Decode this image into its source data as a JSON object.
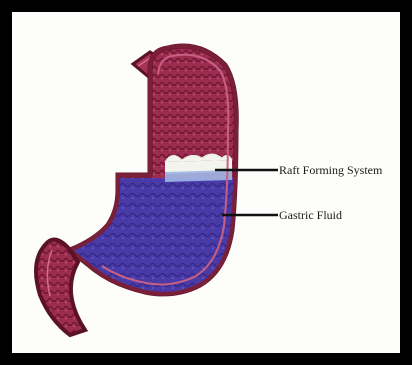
{
  "labels": {
    "raft": "Raft Forming System",
    "gastric": "Gastric Fluid"
  },
  "colors": {
    "frame": "#000000",
    "background": "#fdfdfb",
    "stomach_wall": "#7a1f38",
    "stomach_tissue": "#a8335a",
    "stomach_dark": "#5b1229",
    "gastric_fluid": "#4a3aa8",
    "raft_layer": "#f4f4ee",
    "raft_blue": "#9eb7e6",
    "leader_line": "#111111"
  },
  "icons": [
    "stomach-illustration"
  ]
}
